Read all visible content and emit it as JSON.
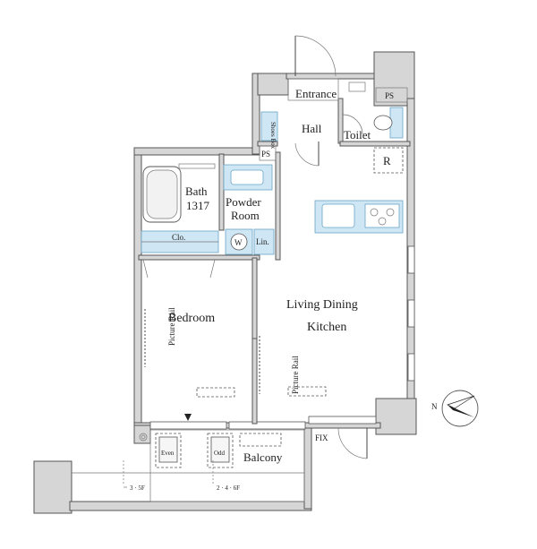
{
  "labels": {
    "entrance": "Entrance",
    "ps_top": "PS",
    "hall": "Hall",
    "shoes_box": "Shoes Box",
    "toilet": "Toilet",
    "ps_mid": "PS",
    "r": "R",
    "bath": "Bath",
    "bath_size": "1317",
    "powder_room": "Powder Room",
    "clo": "Clo.",
    "w": "W",
    "lin": "Lin.",
    "bedroom": "Bedroom",
    "living_dining": "Living Dining",
    "kitchen": "Kitchen",
    "picture_rail_1": "Picture Rail",
    "picture_rail_2": "Picture Rail",
    "fix": "FIX",
    "balcony": "Balcony",
    "even": "Even",
    "odd": "Odd",
    "floors_left": "3 · 5F",
    "floors_right": "2 · 4 · 6F",
    "north": "N"
  }
}
